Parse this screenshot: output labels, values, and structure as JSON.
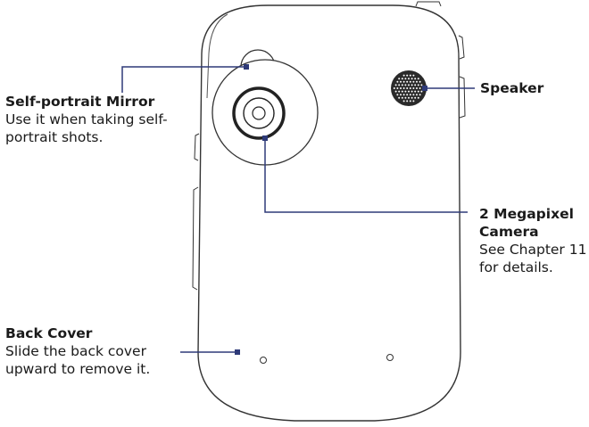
{
  "callouts": {
    "mirror": {
      "title": "Self-portrait Mirror",
      "desc_line1": "Use it when taking self-",
      "desc_line2": "portrait shots."
    },
    "speaker": {
      "title": "Speaker"
    },
    "camera": {
      "title_line1": "2 Megapixel",
      "title_line2": "Camera",
      "desc_line1": "See Chapter 11",
      "desc_line2": "for details."
    },
    "back_cover": {
      "title": "Back Cover",
      "desc_line1": "Slide the back cover",
      "desc_line2": "upward to remove it."
    }
  },
  "colors": {
    "outline": "#333333",
    "leader": "#2e3a78",
    "text": "#1a1a1a"
  }
}
